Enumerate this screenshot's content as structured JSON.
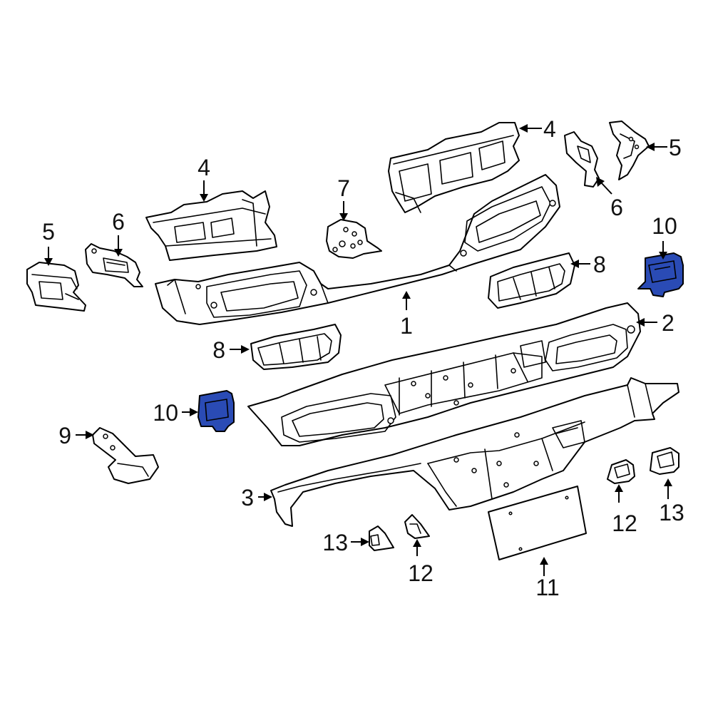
{
  "diagram": {
    "highlight_color": "#2a4bb5",
    "callouts": [
      {
        "id": "c4-left",
        "label": "4"
      },
      {
        "id": "c4-right",
        "label": "4"
      },
      {
        "id": "c5-left",
        "label": "5"
      },
      {
        "id": "c5-right",
        "label": "5"
      },
      {
        "id": "c6-left",
        "label": "6"
      },
      {
        "id": "c6-right",
        "label": "6"
      },
      {
        "id": "c7",
        "label": "7"
      },
      {
        "id": "c10-right",
        "label": "10"
      },
      {
        "id": "c8-right",
        "label": "8"
      },
      {
        "id": "c1",
        "label": "1"
      },
      {
        "id": "c2",
        "label": "2"
      },
      {
        "id": "c8-left",
        "label": "8"
      },
      {
        "id": "c10-left",
        "label": "10"
      },
      {
        "id": "c9",
        "label": "9"
      },
      {
        "id": "c3",
        "label": "3"
      },
      {
        "id": "c13-left",
        "label": "13"
      },
      {
        "id": "c12-left",
        "label": "12"
      },
      {
        "id": "c11",
        "label": "11"
      },
      {
        "id": "c12-right",
        "label": "12"
      },
      {
        "id": "c13-right",
        "label": "13"
      }
    ]
  }
}
